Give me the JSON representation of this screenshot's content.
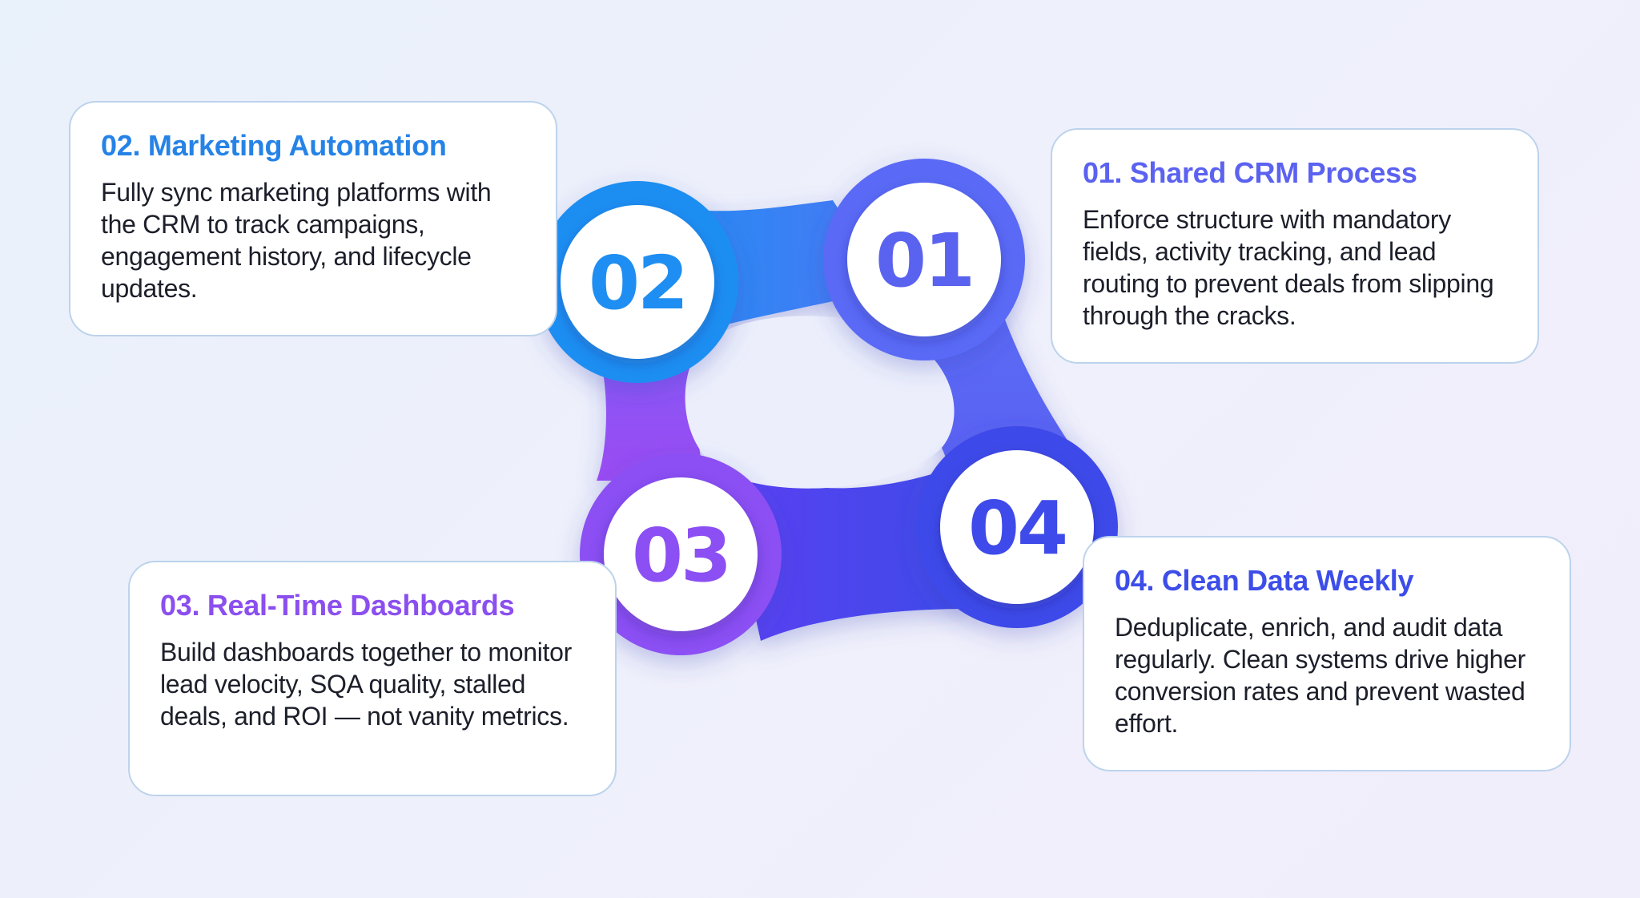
{
  "steps": [
    {
      "number": "01",
      "title": "01. Shared CRM Process",
      "body": "Enforce structure with mandatory fields, activity tracking, and lead routing to prevent deals from slipping through the cracks.",
      "color": "#5b62f0"
    },
    {
      "number": "02",
      "title": "02. Marketing Automation",
      "body": "Fully sync marketing platforms with the CRM to track campaigns, engagement history, and lifecycle updates.",
      "color": "#2683e6"
    },
    {
      "number": "03",
      "title": "03. Real-Time Dashboards",
      "body": "Build dashboards together to monitor lead velocity, SQA quality, stalled deals, and ROI — not vanity metrics.",
      "color": "#8b4fee"
    },
    {
      "number": "04",
      "title": "04. Clean Data Weekly",
      "body": "Deduplicate, enrich, and audit data regularly. Clean systems drive higher conversion rates and prevent wasted effort.",
      "color": "#3d4ee8"
    }
  ]
}
